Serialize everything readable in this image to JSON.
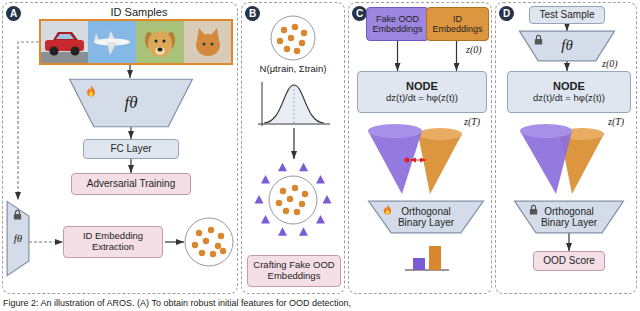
{
  "diagram": {
    "caption": "Figure 2: An illustration of AROS. (A) To obtain robust initial features for OOD detection,",
    "nodes": [
      {
        "text": [
          "A",
          "ID Samples"
        ]
      },
      {
        "text": [
          "fθ"
        ],
        "in": 0
      },
      {
        "text": [
          "FC Layer"
        ],
        "in": 0
      },
      {
        "text": [
          "Adversarial Training"
        ],
        "in": 0
      },
      {
        "text": [
          "fθ"
        ],
        "in": 0
      },
      {
        "text": [
          "ID Embedding Extraction"
        ],
        "in": 0
      },
      {
        "text": [
          "B"
        ]
      },
      {
        "text": [
          "Crafting Fake OOD Embeddings"
        ],
        "in": 6
      },
      {
        "text": [
          "C"
        ]
      },
      {
        "text": [
          "Fake OOD Embeddings"
        ],
        "in": 8
      },
      {
        "text": [
          "ID Embeddings"
        ],
        "in": 8
      },
      {
        "text": [
          "NODE",
          "dz(t)/dt = hφ(z(t))"
        ],
        "in": 8
      },
      {
        "text": [
          "Orthogonal Binary Layer"
        ],
        "in": 8
      },
      {
        "text": [
          "D"
        ]
      },
      {
        "text": [
          "Test Sample"
        ],
        "in": 13
      },
      {
        "text": [
          "fθ"
        ],
        "in": 13
      },
      {
        "text": [
          "NODE",
          "dz(t)/dt = hφ(z(t))"
        ],
        "in": 13
      },
      {
        "text": [
          "Orthogonal Binary Layer"
        ],
        "in": 13
      },
      {
        "text": [
          "OOD Score"
        ],
        "in": 13
      }
    ],
    "edges": [
      {
        "from": 1,
        "to": 2,
        "arrow": "to"
      },
      {
        "from": 2,
        "to": 3,
        "arrow": "to"
      },
      {
        "from": 4,
        "to": 5,
        "arrow": "to"
      },
      {
        "from": 9,
        "to": 11,
        "arrow": "to"
      },
      {
        "from": 10,
        "to": 11,
        "arrow": "to"
      },
      {
        "from": 14,
        "to": 15,
        "arrow": "to"
      },
      {
        "from": 15,
        "to": 16,
        "arrow": "to"
      },
      {
        "from": 17,
        "to": 18,
        "arrow": "to"
      }
    ],
    "labels": [
      "N(μtrain, Σtrain)",
      "z(0)",
      "z(T)",
      "z(0)",
      "z(T)"
    ]
  }
}
